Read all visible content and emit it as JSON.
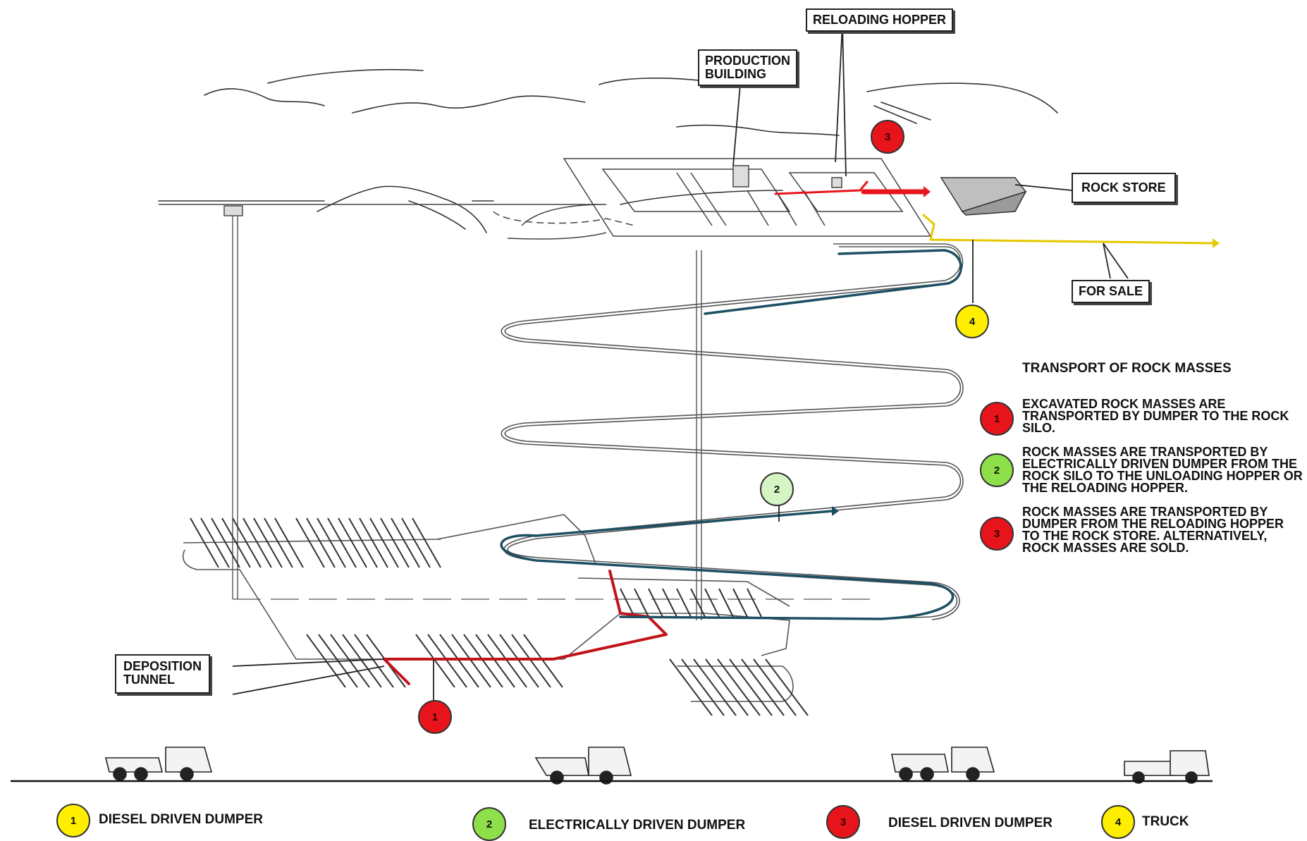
{
  "labels": {
    "reloading_hopper": "RELOADING HOPPER",
    "production_building": "PRODUCTION\nBUILDING",
    "rock_store": "ROCK STORE",
    "for_sale": "FOR SALE",
    "deposition_tunnel": "DEPOSITION\nTUNNEL"
  },
  "legend": {
    "title": "TRANSPORT OF ROCK MASSES",
    "items": [
      {
        "num": "1",
        "color": "#e8141b",
        "text": "EXCAVATED ROCK MASSES ARE TRANSPORTED BY DUMPER TO THE ROCK SILO."
      },
      {
        "num": "2",
        "color": "#8ee04a",
        "text": "ROCK MASSES ARE TRANSPORTED BY ELECTRICALLY DRIVEN DUMPER FROM THE ROCK SILO TO THE UNLOADING HOPPER OR THE RELOADING HOPPER."
      },
      {
        "num": "3",
        "color": "#e8141b",
        "text": "ROCK MASSES ARE TRANSPORTED BY DUMPER FROM THE RELOADING HOPPER TO THE ROCK STORE. ALTERNATIVELY, ROCK MASSES ARE SOLD."
      }
    ]
  },
  "markers": {
    "m1": "1",
    "m2": "2",
    "m3": "3",
    "m4": "4"
  },
  "vehicles": [
    {
      "num": "1",
      "color": "#ffee00",
      "label": "DIESEL DRIVEN DUMPER"
    },
    {
      "num": "2",
      "color": "#8ee04a",
      "label": "ELECTRICALLY DRIVEN DUMPER"
    },
    {
      "num": "3",
      "color": "#e8141b",
      "label": "DIESEL DRIVEN DUMPER"
    },
    {
      "num": "4",
      "color": "#ffee00",
      "label": "TRUCK"
    }
  ],
  "route_colors": {
    "route1": "#c0141a",
    "route2": "#1d4f63",
    "route3": "#e8141b",
    "route4": "#e6c800"
  }
}
